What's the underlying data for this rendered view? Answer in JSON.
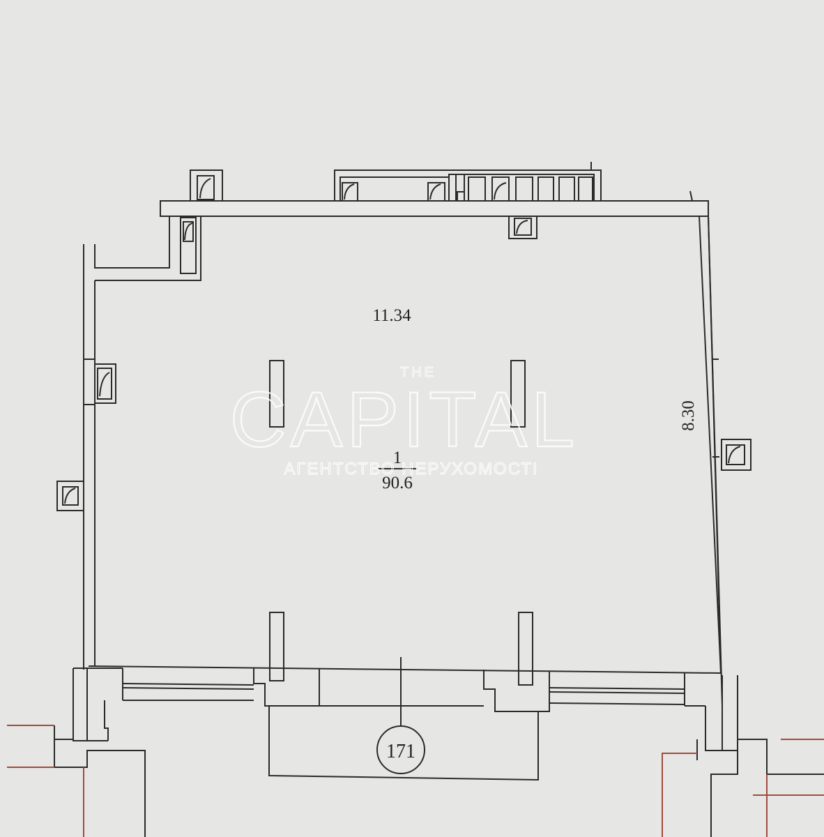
{
  "plan": {
    "width_dim": "11.34",
    "height_dim": "8.30",
    "room_number": "1",
    "room_area": "90.6",
    "unit_number": "171"
  },
  "watermark": {
    "top": "THE",
    "main": "CAPITAL",
    "sub": "АГЕНТСТВО НЕРУХОМОСТІ"
  },
  "colors": {
    "paper": "#e6e6e4",
    "ink": "#2a2a2a",
    "red_ink": "#a24a3c",
    "watermark": "#ffffff"
  }
}
